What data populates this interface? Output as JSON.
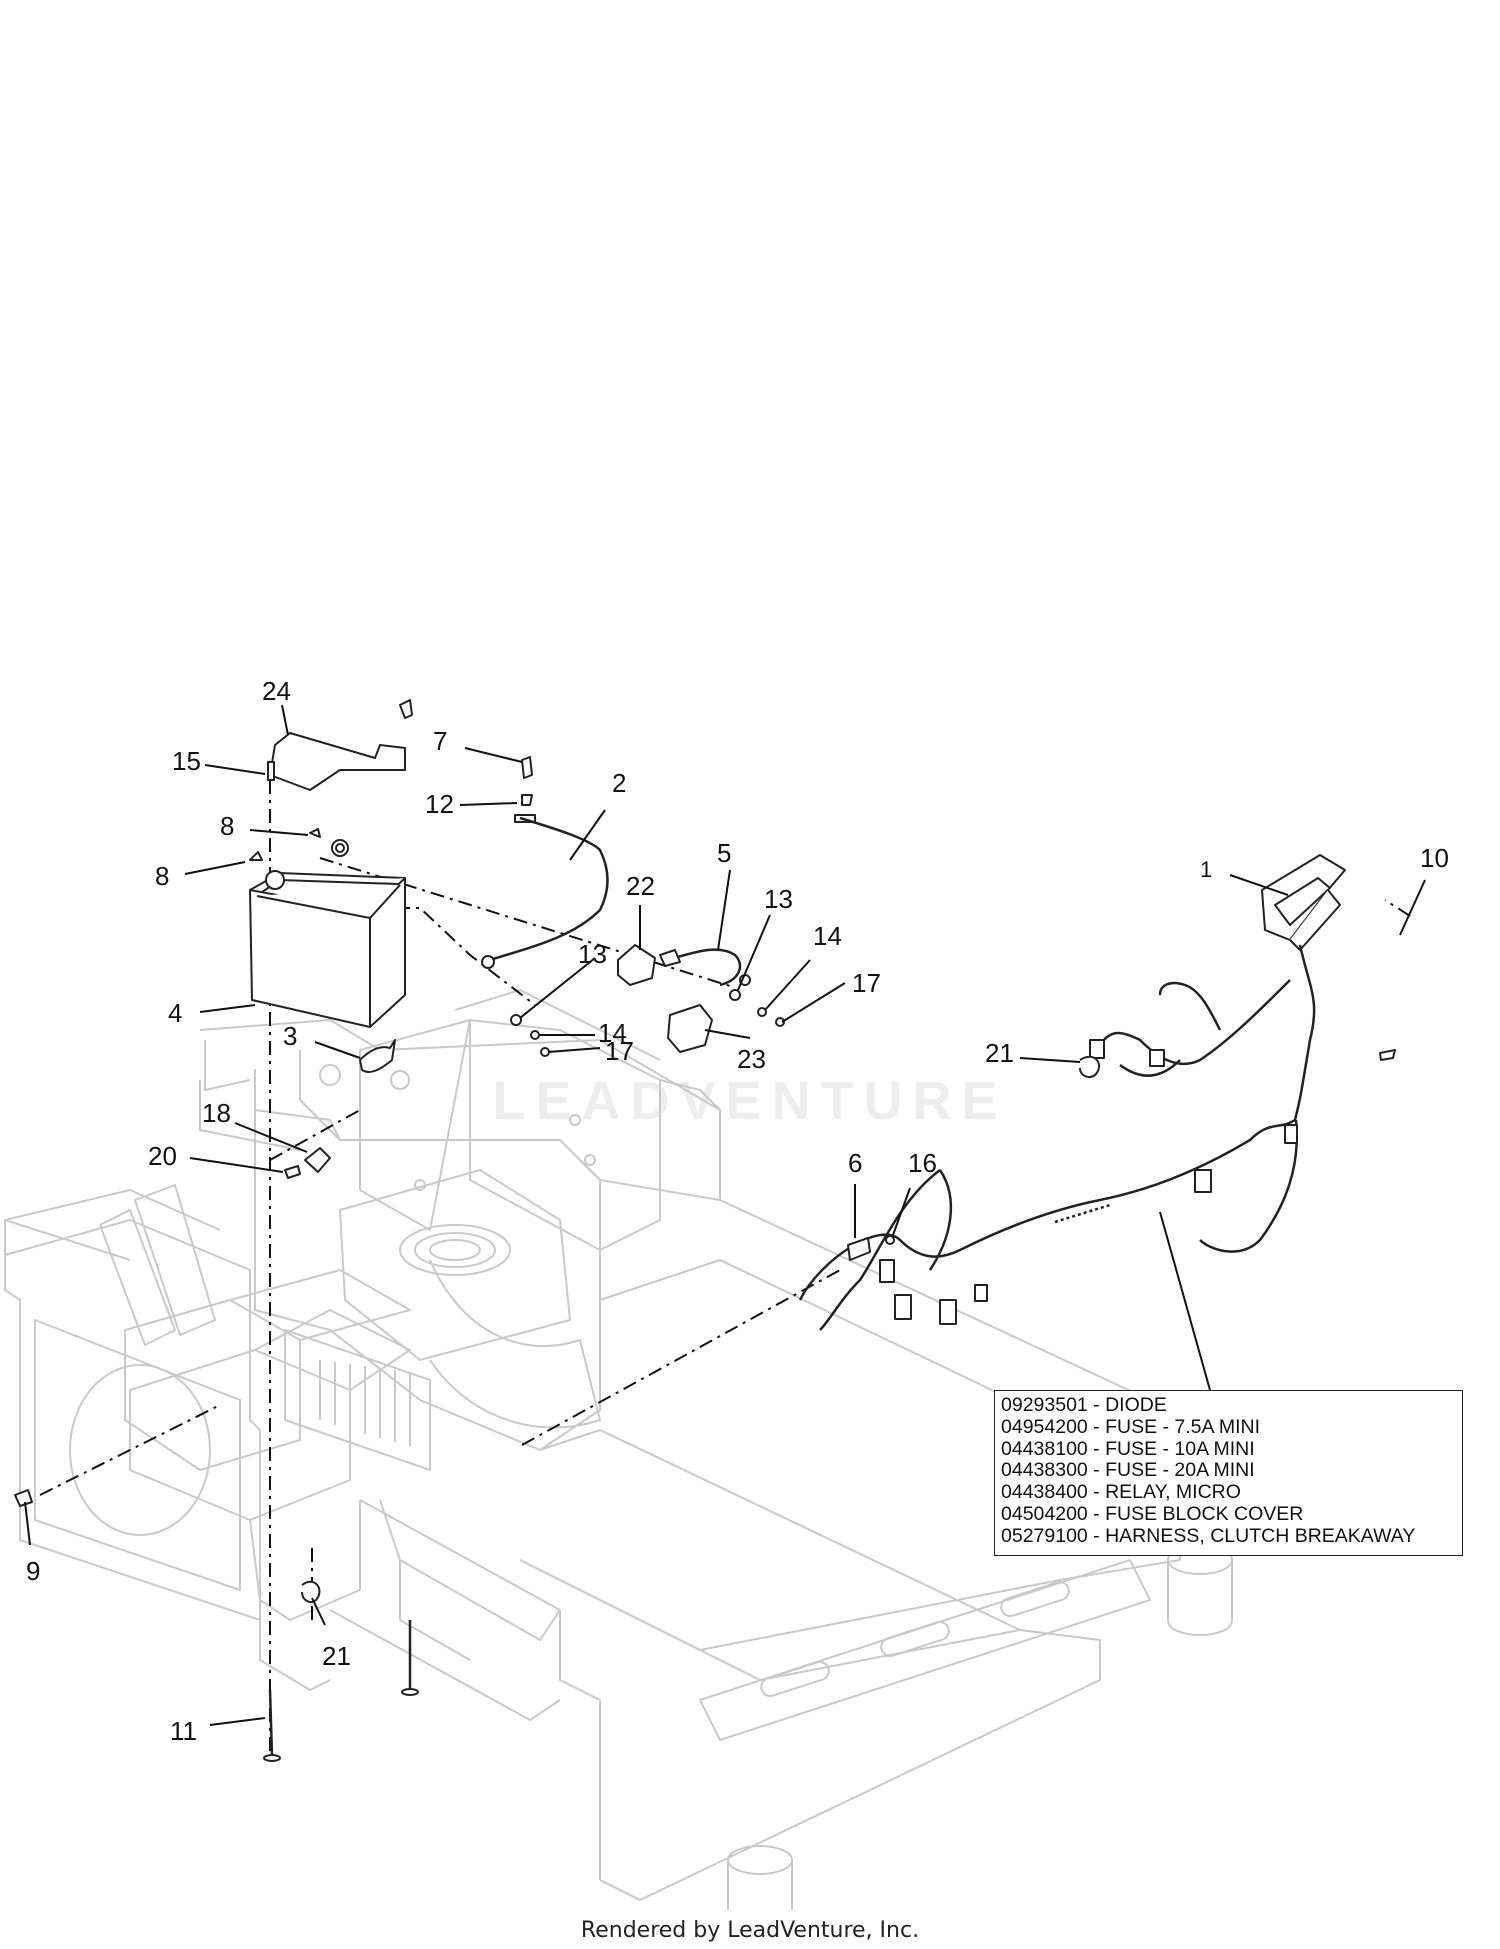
{
  "callouts": {
    "c1": "1",
    "c2": "2",
    "c3": "3",
    "c4": "4",
    "c5": "5",
    "c6": "6",
    "c7": "7",
    "c8a": "8",
    "c8b": "8",
    "c9": "9",
    "c10": "10",
    "c11": "11",
    "c12": "12",
    "c13a": "13",
    "c13b": "13",
    "c14a": "14",
    "c14b": "14",
    "c15": "15",
    "c16": "16",
    "c17a": "17",
    "c17b": "17",
    "c18": "18",
    "c20": "20",
    "c21a": "21",
    "c21b": "21",
    "c22": "22",
    "c23": "23",
    "c24": "24"
  },
  "legend": {
    "items": [
      "09293501 - DIODE",
      "04954200 - FUSE - 7.5A MINI",
      "04438100 - FUSE - 10A MINI",
      "04438300 - FUSE - 20A MINI",
      "04438400 - RELAY, MICRO",
      "04504200 - FUSE BLOCK COVER",
      "05279100 - HARNESS, CLUTCH BREAKAWAY"
    ]
  },
  "watermark": "LEADVENTURE",
  "footer": "Rendered by LeadVenture, Inc.",
  "colors": {
    "frame": "#c9c9c9",
    "ink": "#111111"
  }
}
